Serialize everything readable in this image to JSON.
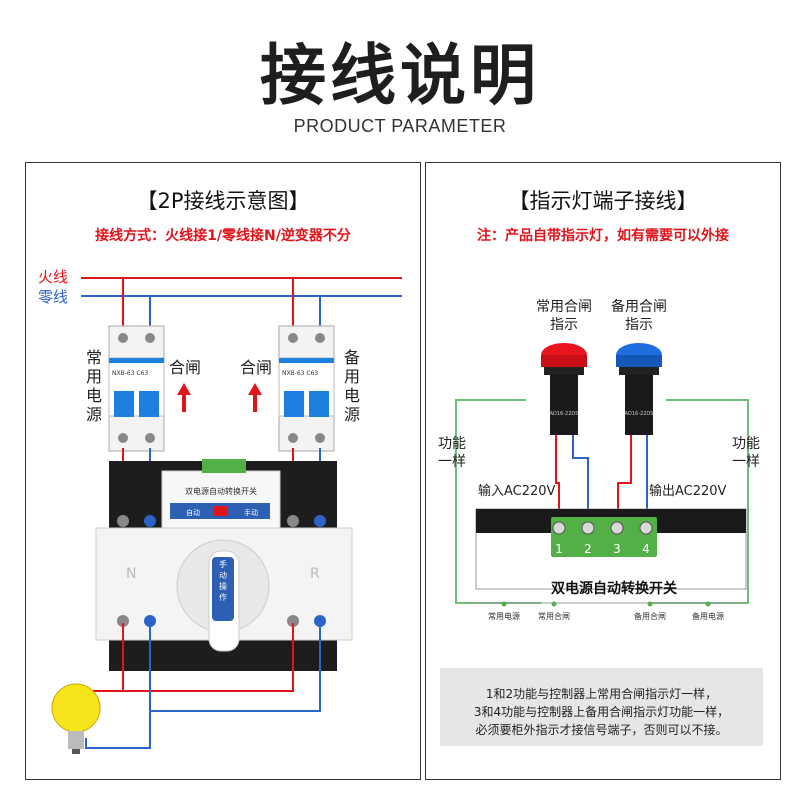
{
  "header": {
    "title": "接线说明",
    "subtitle": "PRODUCT PARAMETER"
  },
  "left": {
    "title": "【2P接线示意图】",
    "note": "接线方式：火线接1/零线接N/逆变器不分",
    "live_label": "火线",
    "neutral_label": "零线",
    "main_source_label": "常用电源",
    "backup_source_label": "备用电源",
    "close_label_left": "合闸",
    "close_label_right": "合闸",
    "switch_header": "双电源自动转换开关",
    "auto_label": "自动",
    "manual_label": "手动",
    "left_side_letter": "N",
    "right_side_letter": "R",
    "handle_text": "手动操作",
    "breaker_model": "NXB-63 C63"
  },
  "right": {
    "title": "【指示灯端子接线】",
    "note": "注：产品自带指示灯，如有需要可以外接",
    "lamp_main_label": "常用合闸指示",
    "lamp_backup_label": "备用合闸指示",
    "lamp_model": "AD16-22DS",
    "same_function_left": "功能一样",
    "same_function_right": "功能一样",
    "input_label": "输入AC220V",
    "output_label": "输出AC220V",
    "terminals": [
      "1",
      "2",
      "3",
      "4"
    ],
    "switch_name": "双电源自动转换开关",
    "bottom_labels": [
      "常用电源",
      "常用合闸",
      "备用合闸",
      "备用电源"
    ],
    "notes": [
      "1和2功能与控制器上常用合闸指示灯一样，",
      "3和4功能与控制器上备用合闸指示灯功能一样，",
      "必须要柜外指示才接信号端子，否则可以不接。"
    ]
  },
  "colors": {
    "live": "#e0141b",
    "neutral": "#2b63c9",
    "wire_green": "#6dbf76",
    "lamp_red": "#e8141e",
    "lamp_blue": "#1f6ee0",
    "breaker_blue": "#1d7fe0",
    "terminal_green": "#52b046"
  }
}
